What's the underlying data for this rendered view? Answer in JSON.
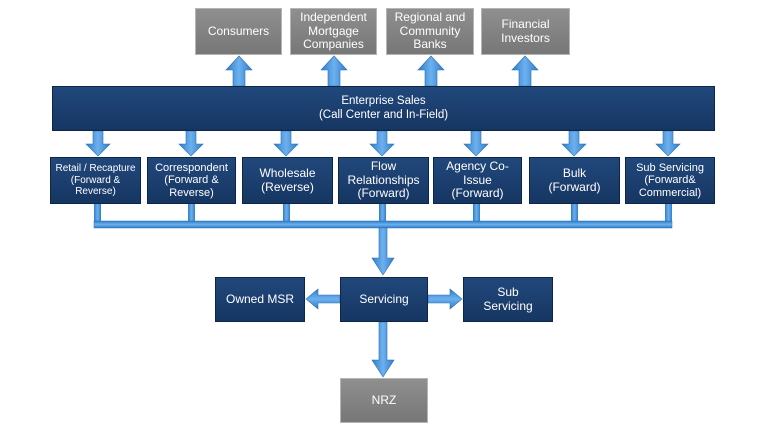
{
  "diagram": {
    "top": {
      "consumers": [
        "Consumers"
      ],
      "independent_mortgage": [
        "Independent",
        "Mortgage",
        "Companies"
      ],
      "regional_banks": [
        "Regional and",
        "Community",
        "Banks"
      ],
      "financial_investors": [
        "Financial",
        "Investors"
      ]
    },
    "enterprise_sales": [
      "Enterprise Sales",
      "(Call Center and In-Field)"
    ],
    "channels": {
      "retail": [
        "Retail / Recapture",
        "(Forward &",
        "Reverse)"
      ],
      "correspondent": [
        "Correspondent",
        "(Forward &",
        "Reverse)"
      ],
      "wholesale": [
        "Wholesale",
        "(Reverse)"
      ],
      "flow": [
        "Flow",
        "Relationships",
        "(Forward)"
      ],
      "agency": [
        "Agency Co-",
        "Issue",
        "(Forward)"
      ],
      "bulk": [
        "Bulk",
        "(Forward)"
      ],
      "sub_servicing": [
        "Sub Servicing",
        "(Forward&",
        "Commercial)"
      ]
    },
    "servicing": [
      "Servicing"
    ],
    "owned_msr": [
      "Owned MSR"
    ],
    "sub_servicing_out": [
      "Sub",
      "Servicing"
    ],
    "nrz": [
      "NRZ"
    ],
    "colors": {
      "arrow": "#3d8fd8",
      "navy": "#1c3f6e",
      "gray": "#808080"
    }
  }
}
